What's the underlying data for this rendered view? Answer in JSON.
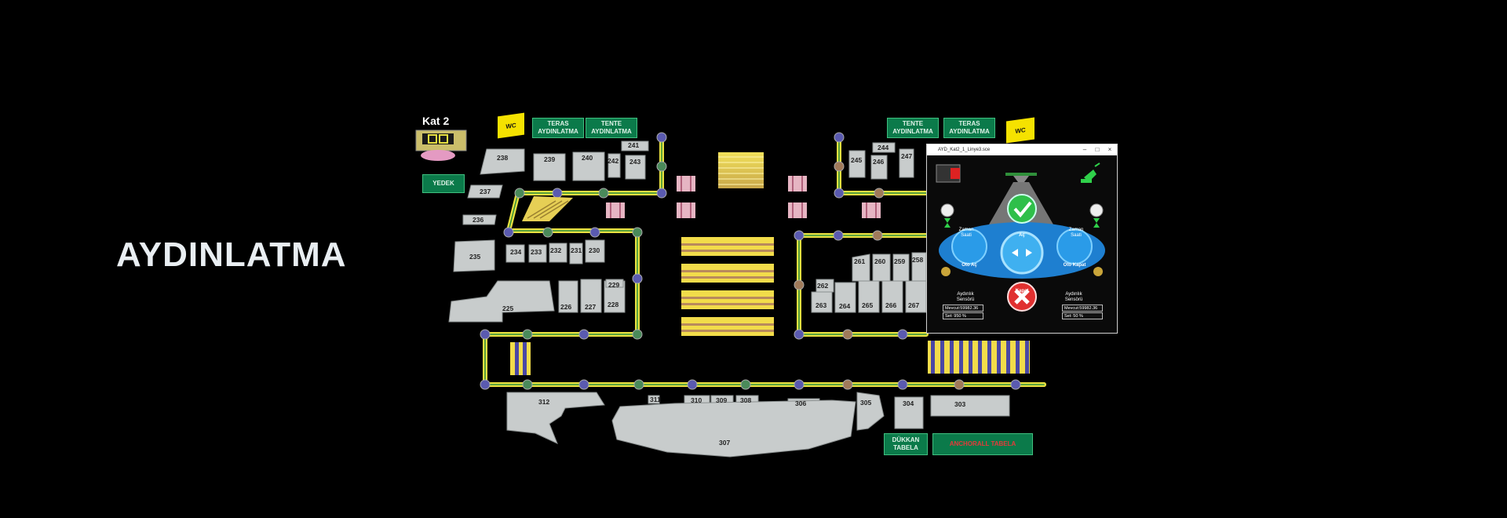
{
  "page": {
    "title": "AYDINLATMA"
  },
  "floor_panel": {
    "label": "Kat 2",
    "yedek_label": "YEDEK"
  },
  "top_buttons": {
    "wc_left": "WC",
    "teras_left": "TERAS AYDINLATMA",
    "tente_left": "TENTE AYDINLATMA",
    "tente_right": "TENTE AYDINLATMA",
    "teras_right": "TERAS AYDINLATMA",
    "wc_right": "WC"
  },
  "bottom_buttons": {
    "dukkan": "DÜKKAN TABELA",
    "anchorage": "ANCHORALL TABELA"
  },
  "rooms": {
    "r238": "238",
    "r239": "239",
    "r240": "240",
    "r241": "241",
    "r242": "242",
    "r243": "243",
    "r237": "237",
    "r236": "236",
    "r235": "235",
    "r234": "234",
    "r233": "233",
    "r232": "232",
    "r231": "231",
    "r230": "230",
    "r229": "229",
    "r225": "225",
    "r226": "226",
    "r227": "227",
    "r228": "228",
    "r244": "244",
    "r245": "245",
    "r246": "246",
    "r247": "247",
    "r261": "261",
    "r260": "260",
    "r259": "259",
    "r258": "258",
    "r262": "262",
    "r263": "263",
    "r264": "264",
    "r265": "265",
    "r266": "266",
    "r267": "267",
    "r312": "312",
    "r311": "311",
    "r310": "310",
    "r309": "309",
    "r308": "308",
    "r306": "306",
    "r305": "305",
    "r304": "304",
    "r303": "303",
    "r307": "307"
  },
  "popup": {
    "title": "AYD_Kat2_1_Linye3.sce",
    "minimize": "–",
    "maximize": "□",
    "close": "×",
    "ac_label": "Aç",
    "kapat_label": "Kapat",
    "oto_ac_label": "Oto Aç",
    "oto_kapat_label": "Oto Kapat",
    "zaman_left": "Zaman Saati",
    "zaman_right": "Zaman Saati",
    "aydinlik_left": "Aydınlık Sensörü",
    "aydinlik_right": "Aydınlık Sensörü",
    "mevcut_left": "Mevcut:59982.36",
    "set_left": "Set: 950 %",
    "mevcut_right": "Mevcut:59982.36",
    "set_right": "Set: 50 %"
  },
  "colors": {
    "accent_green": "#0b7a4a",
    "wc_yellow": "#f5e200",
    "conduit": "#e8e040",
    "popup_blue": "#1e7fd0"
  }
}
